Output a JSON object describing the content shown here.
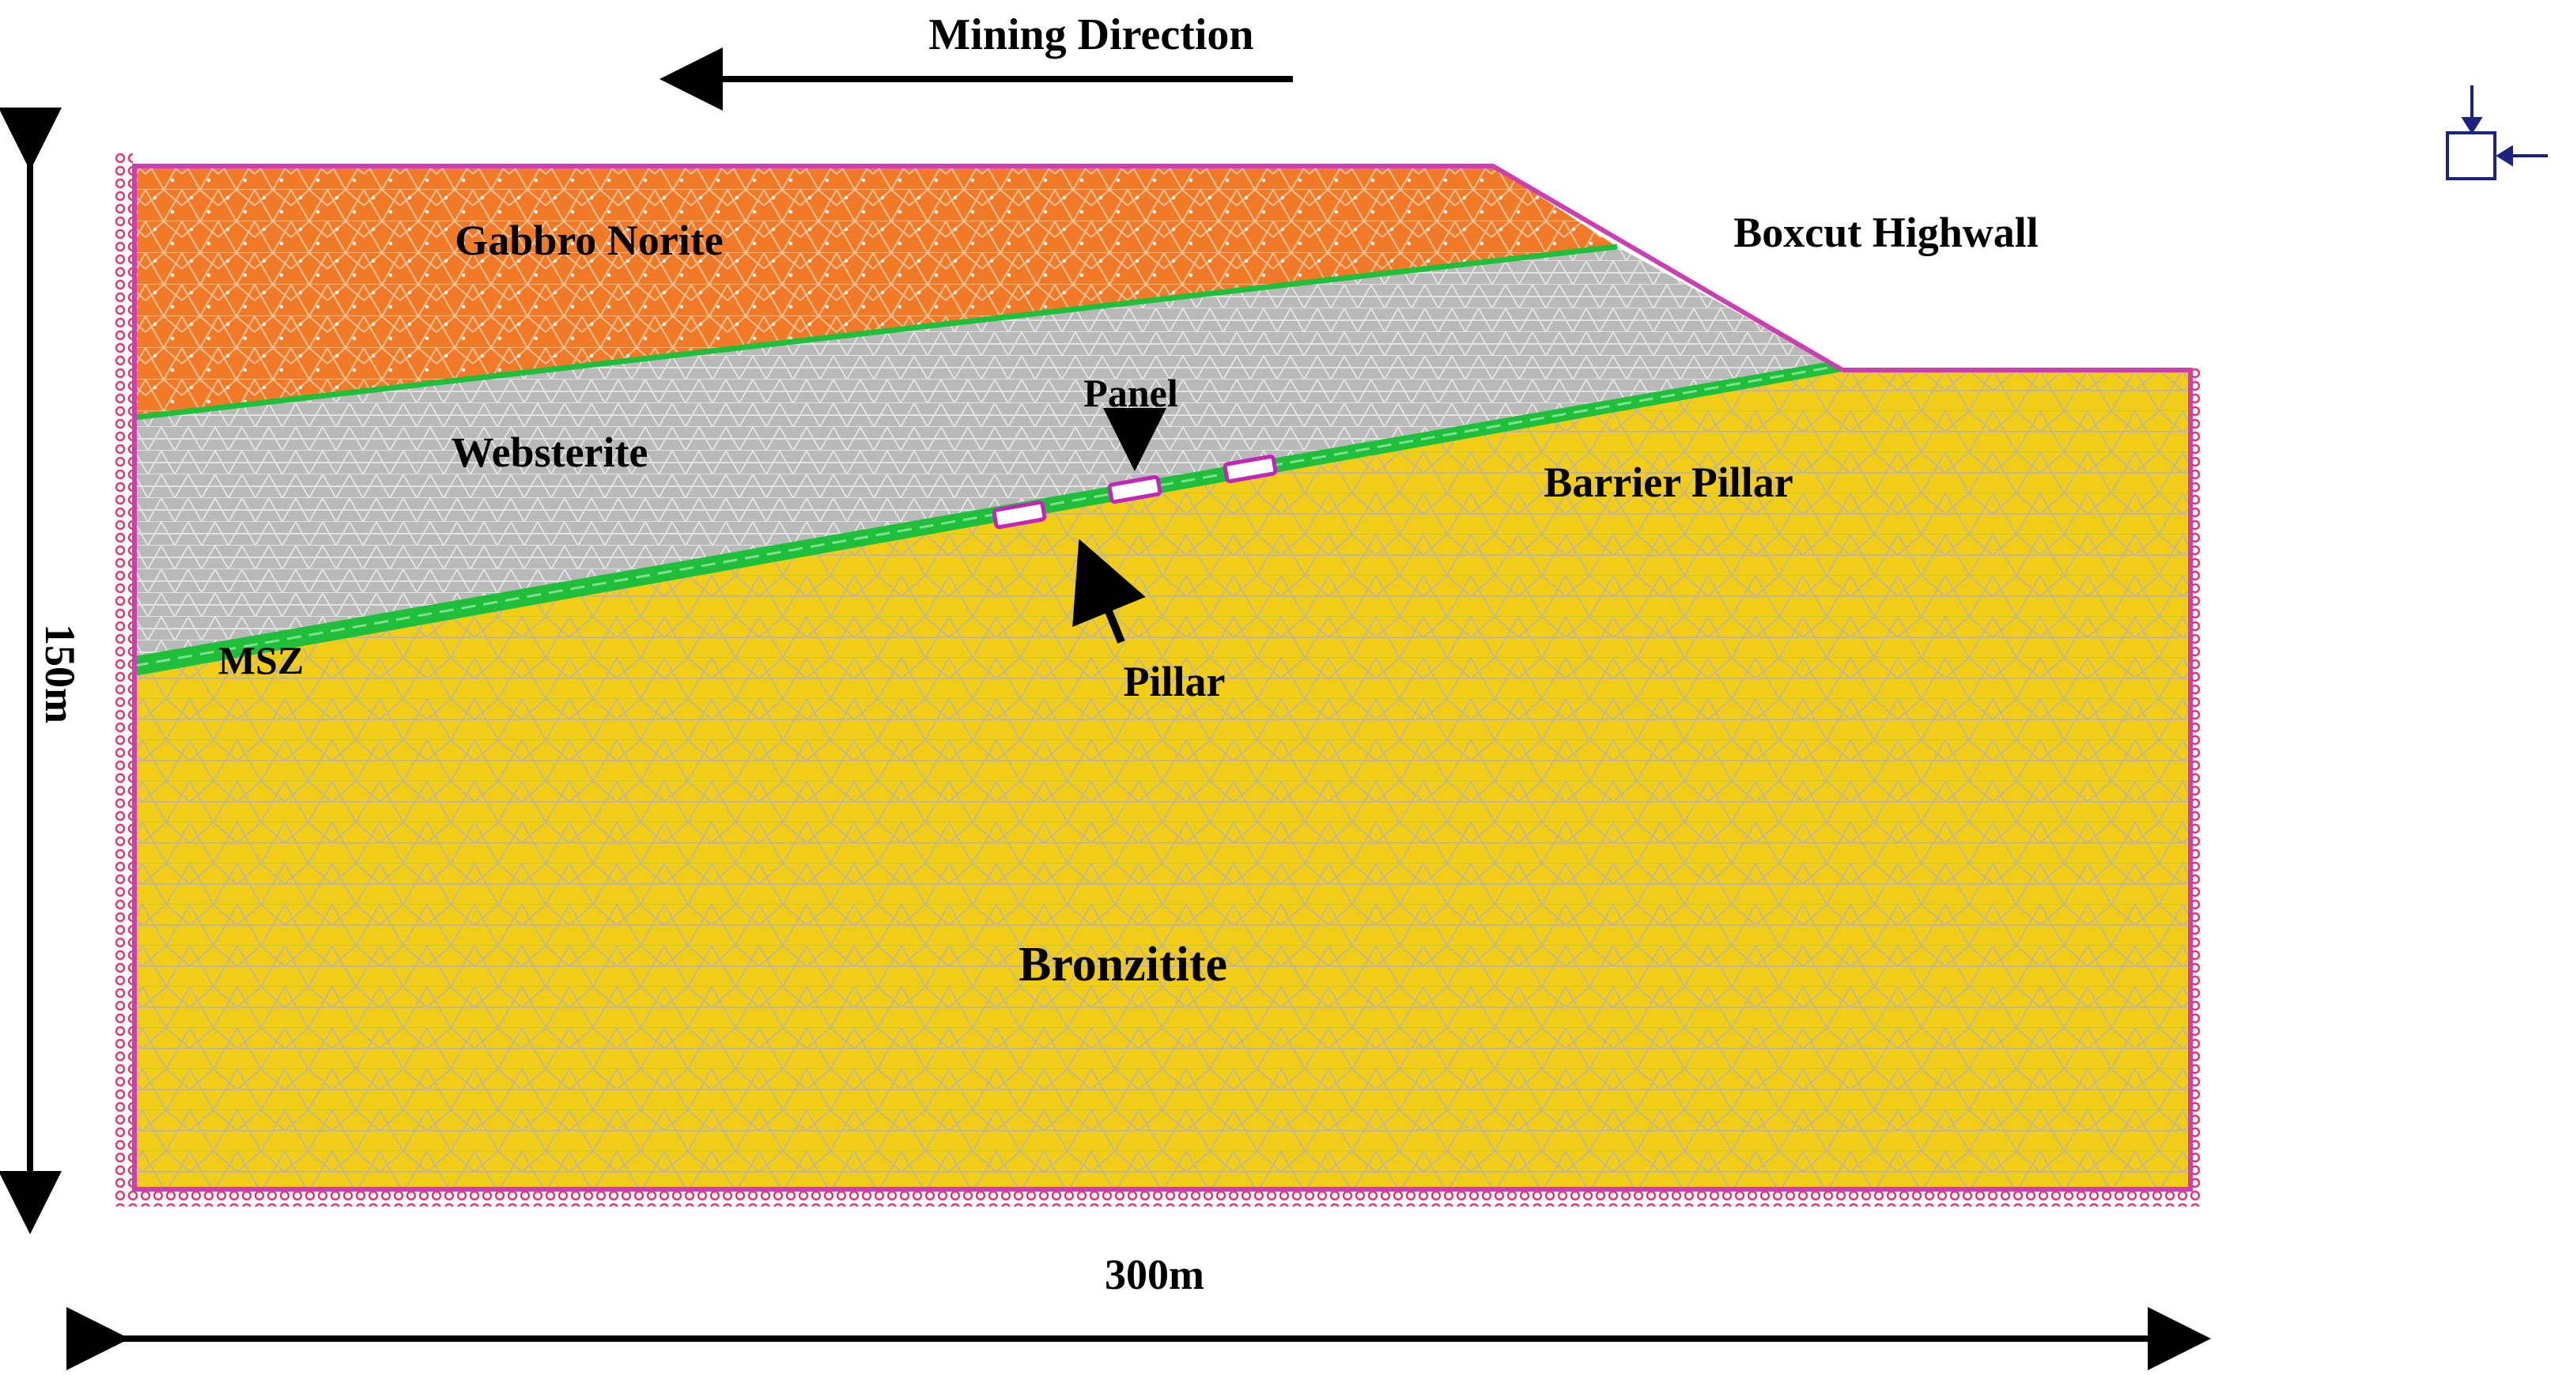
{
  "labels": {
    "mining_direction": "Mining Direction",
    "gabbro_norite": "Gabbro Norite",
    "boxcut_highwall": "Boxcut Highwall",
    "websterite": "Websterite",
    "panel": "Panel",
    "barrier_pillar": "Barrier Pillar",
    "msz": "MSZ",
    "pillar": "Pillar",
    "bronzitite": "Bronzitite",
    "height": "150m",
    "width": "300m"
  },
  "colors": {
    "gabbro_norite": "#f07a28",
    "websterite": "#b9b9b9",
    "bronzitite": "#f2cd17",
    "msz": "#1fbf3c",
    "boundary": "#cc3fb0",
    "panel_outline": "#c026b8",
    "support_marks": "#e0386c",
    "support_icon": "#1a237e",
    "mesh": "#ffffff"
  }
}
